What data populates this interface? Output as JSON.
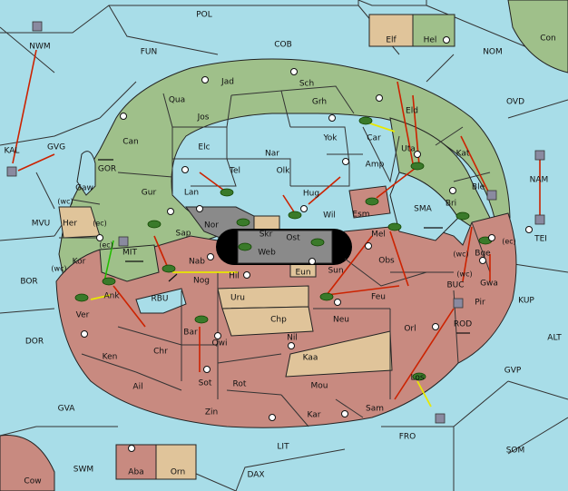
{
  "colors": {
    "sea": "#a8dde8",
    "green_power": "#9fc08a",
    "red_power": "#c88a80",
    "neutral": "#e0c49a",
    "impassable": "#8a8a8a",
    "black": "#000000",
    "move_red": "#cc2200",
    "support_yellow": "#e8e800",
    "convoy_green": "#22bb00"
  },
  "legend": {
    "elf": "Elf",
    "hel": "Hel"
  },
  "seas": {
    "pol": "POL",
    "fun": "FUN",
    "cob": "COB",
    "nom": "NOM",
    "con": "Con",
    "kal": "KAL",
    "gvg": "GVG",
    "gor": "GOR",
    "mvu": "MVU",
    "ovd": "OVD",
    "nwm": "NWM",
    "bor": "BOR",
    "mit": "MIT",
    "rbu": "RBU",
    "sma": "SMA",
    "nam": "NAM",
    "tei": "TEI",
    "kup": "KUP",
    "buc": "BUC",
    "rod": "ROD",
    "alt": "ALT",
    "gvp": "GVP",
    "dor": "DOR",
    "gva": "GVA",
    "swm": "SWM",
    "lit": "LIT",
    "dax": "DAX",
    "fro": "FRO",
    "som": "SOM",
    "cow": "Cow"
  },
  "green_provinces": {
    "jad": "Jad",
    "qua": "Qua",
    "jos": "Jos",
    "sch": "Sch",
    "grh": "Grh",
    "can": "Can",
    "elc": "Elc",
    "nar": "Nar",
    "yok": "Yok",
    "car": "Car",
    "eld": "Eld",
    "uta": "Uta",
    "tel": "Tel",
    "olk": "Olk",
    "amp": "Amp",
    "kat": "Kat",
    "gur": "Gur",
    "lan": "Lan",
    "hug": "Hug",
    "ble": "Ble",
    "bri": "Bri",
    "gaw": "Gaw",
    "wil": "Wil",
    "sap": "Sap",
    "kor": "Kor",
    "nor": "Nor"
  },
  "red_provinces": {
    "esm": "Esm",
    "mel": "Mel",
    "nab": "Nab",
    "hil": "Hil",
    "nog": "Nog",
    "ank": "Ank",
    "obs": "Obs",
    "bge": "Bge",
    "sun": "Sun",
    "gwa": "Gwa",
    "ver": "Ver",
    "feu": "Feu",
    "pir": "Pir",
    "neu": "Neu",
    "bar": "Bar",
    "qwi": "Qwi",
    "orl": "Orl",
    "ken": "Ken",
    "chr": "Chr",
    "nil": "Nil",
    "kaa": "Kaa",
    "ail": "Ail",
    "sot": "Sot",
    "rot": "Rot",
    "mou": "Mou",
    "los": "Los",
    "zin": "Zin",
    "kar": "Kar",
    "sam": "Sam",
    "aba": "Aba"
  },
  "neutral_provinces": {
    "her": "Her",
    "skr": "Skr",
    "eun": "Eun",
    "uru": "Uru",
    "chp": "Chp",
    "orn": "Orn"
  },
  "impassable": {
    "web": "Web",
    "ost": "Ost"
  },
  "coast_tags": {
    "wc1": "(wc)",
    "ec1": "(ec)",
    "ec2": "(ec)",
    "wc2": "(wc)",
    "wc3": "(wc)",
    "ec3": "(ec)",
    "wc4": "(wc)"
  }
}
